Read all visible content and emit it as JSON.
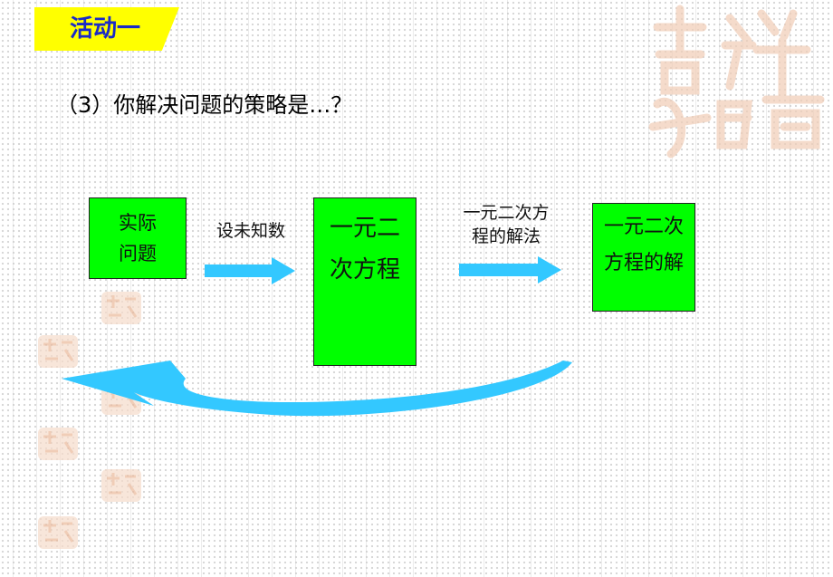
{
  "title": "活动一",
  "question": "（3）你解决问题的策略是…？",
  "nodes": {
    "problem": [
      "实际",
      "问题"
    ],
    "equation": [
      "一元二",
      "次方程"
    ],
    "solution": [
      "一元二次",
      "方程的解"
    ]
  },
  "edges": {
    "set_unknown": "设未知数",
    "solve_method": [
      "一元二次方",
      "程的解法"
    ]
  },
  "colors": {
    "title_bg": "#ffff00",
    "title_text": "#1a2ac8",
    "node_fill": "#00ff00",
    "arrow": "#33c8ff"
  },
  "decor": {
    "seal_text": "吉祥如意"
  }
}
